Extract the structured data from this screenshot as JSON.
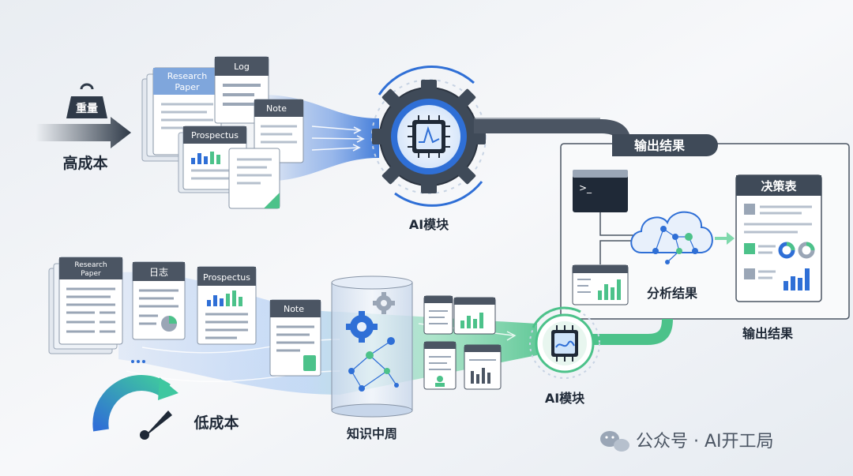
{
  "top": {
    "weight_label": "重量",
    "cost_label": "高成本",
    "docs": {
      "research": "Research Paper",
      "log": "Log",
      "note": "Note",
      "prospectus": "Prospectus"
    },
    "ai_label": "AI模块"
  },
  "output": {
    "banner": "输出结果",
    "analysis_label": "分析结果",
    "decision_title": "决策表",
    "result_label": "输出结果",
    "terminal_prompt": ">_"
  },
  "bottom": {
    "docs": {
      "research": "Research Paper",
      "log": "日志",
      "prospectus": "Prospectus",
      "note": "Note"
    },
    "middle_label": "知识中周",
    "ai_label": "AI模块",
    "cost_label": "低成本"
  },
  "watermark": {
    "text": "公众号 · AI开工局",
    "icon": "wechat-icon"
  },
  "colors": {
    "dark_header": "#4b5563",
    "blue_accent": "#2f6fd6",
    "green_accent": "#4cc28a",
    "ink": "#1f2937"
  }
}
